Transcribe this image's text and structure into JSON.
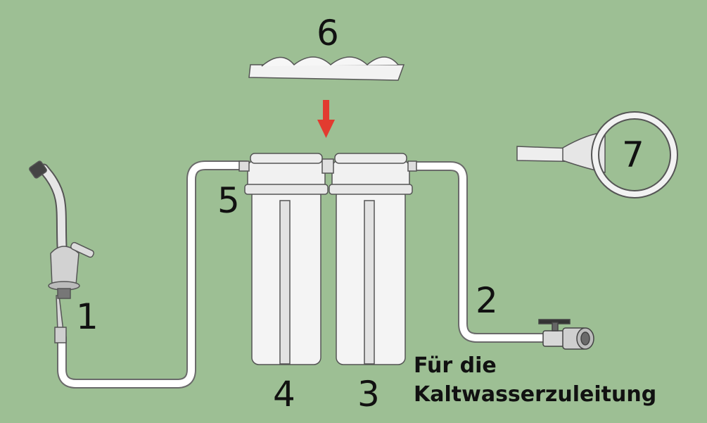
{
  "labels": {
    "n1": "1",
    "n2": "2",
    "n3": "3",
    "n4": "4",
    "n5": "5",
    "n6": "6",
    "n7": "7"
  },
  "caption": {
    "line1": "Für die",
    "line2": "Kaltwasserzuleitung"
  },
  "colors": {
    "background": "#9dbf94",
    "arrow": "#e23b30",
    "hose": "#ffffff",
    "outline": "#555555"
  },
  "icons": {
    "faucet": "faucet-icon",
    "valve": "ball-valve-icon",
    "wrench": "filter-wrench-icon",
    "bracket": "mounting-bracket-icon",
    "arrow": "down-arrow-icon"
  }
}
